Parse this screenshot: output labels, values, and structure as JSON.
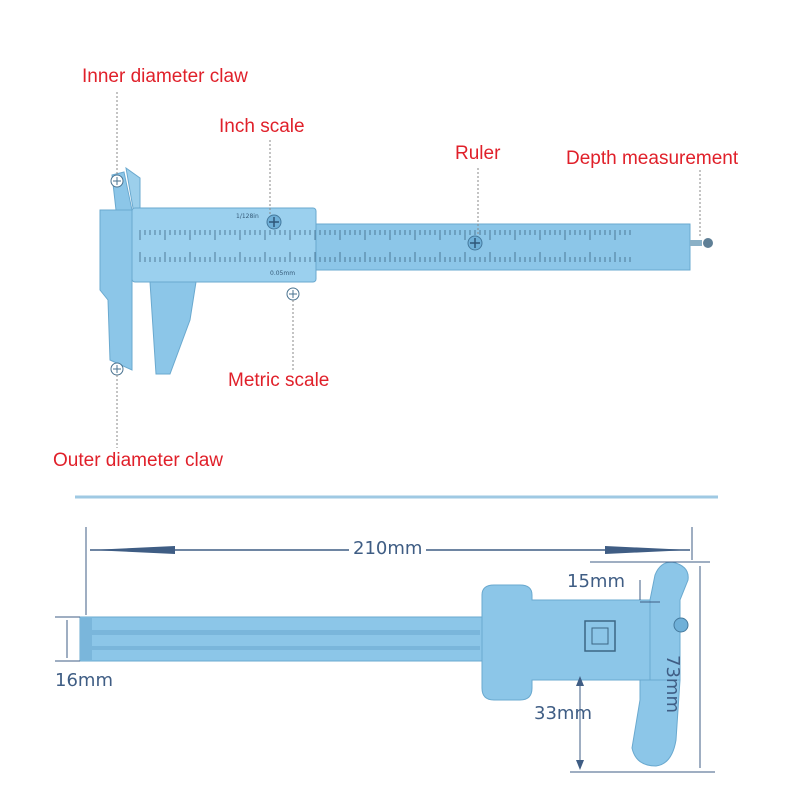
{
  "top_labels": {
    "inner_claw": "Inner diameter claw",
    "inch_scale": "Inch scale",
    "ruler": "Ruler",
    "depth": "Depth measurement",
    "metric_scale": "Metric scale",
    "outer_claw": "Outer diameter claw"
  },
  "dimensions": {
    "length": "210mm",
    "inner_depth": "15mm",
    "height": "73mm",
    "width": "16mm",
    "outer_depth": "33mm"
  },
  "scale_marks": {
    "inch_unit": "1/128in",
    "metric_unit": "0.05mm"
  },
  "colors": {
    "plastic": "#8cc6e8",
    "plastic_dark": "#5d9fc8",
    "callout_text": "#e0202a",
    "dimension_text": "#3f5d84",
    "divider": "#9fc9e3"
  }
}
